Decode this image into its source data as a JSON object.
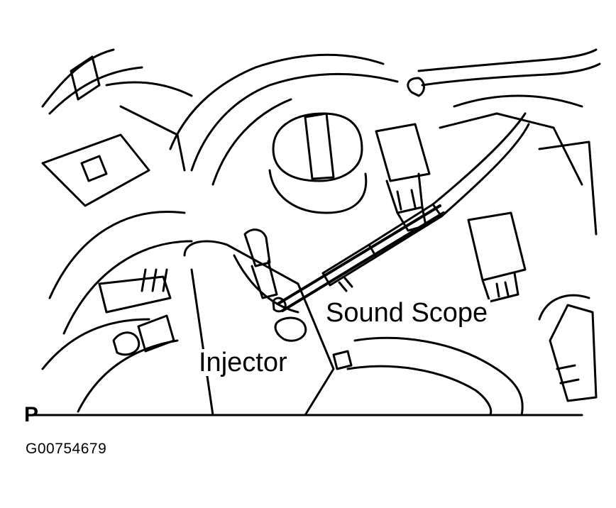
{
  "figure": {
    "labels": {
      "sound_scope": "Sound Scope",
      "injector": "Injector"
    },
    "view_marker": "P",
    "figure_code": "G00754679"
  },
  "colors": {
    "line": "#000000",
    "background": "#ffffff"
  }
}
